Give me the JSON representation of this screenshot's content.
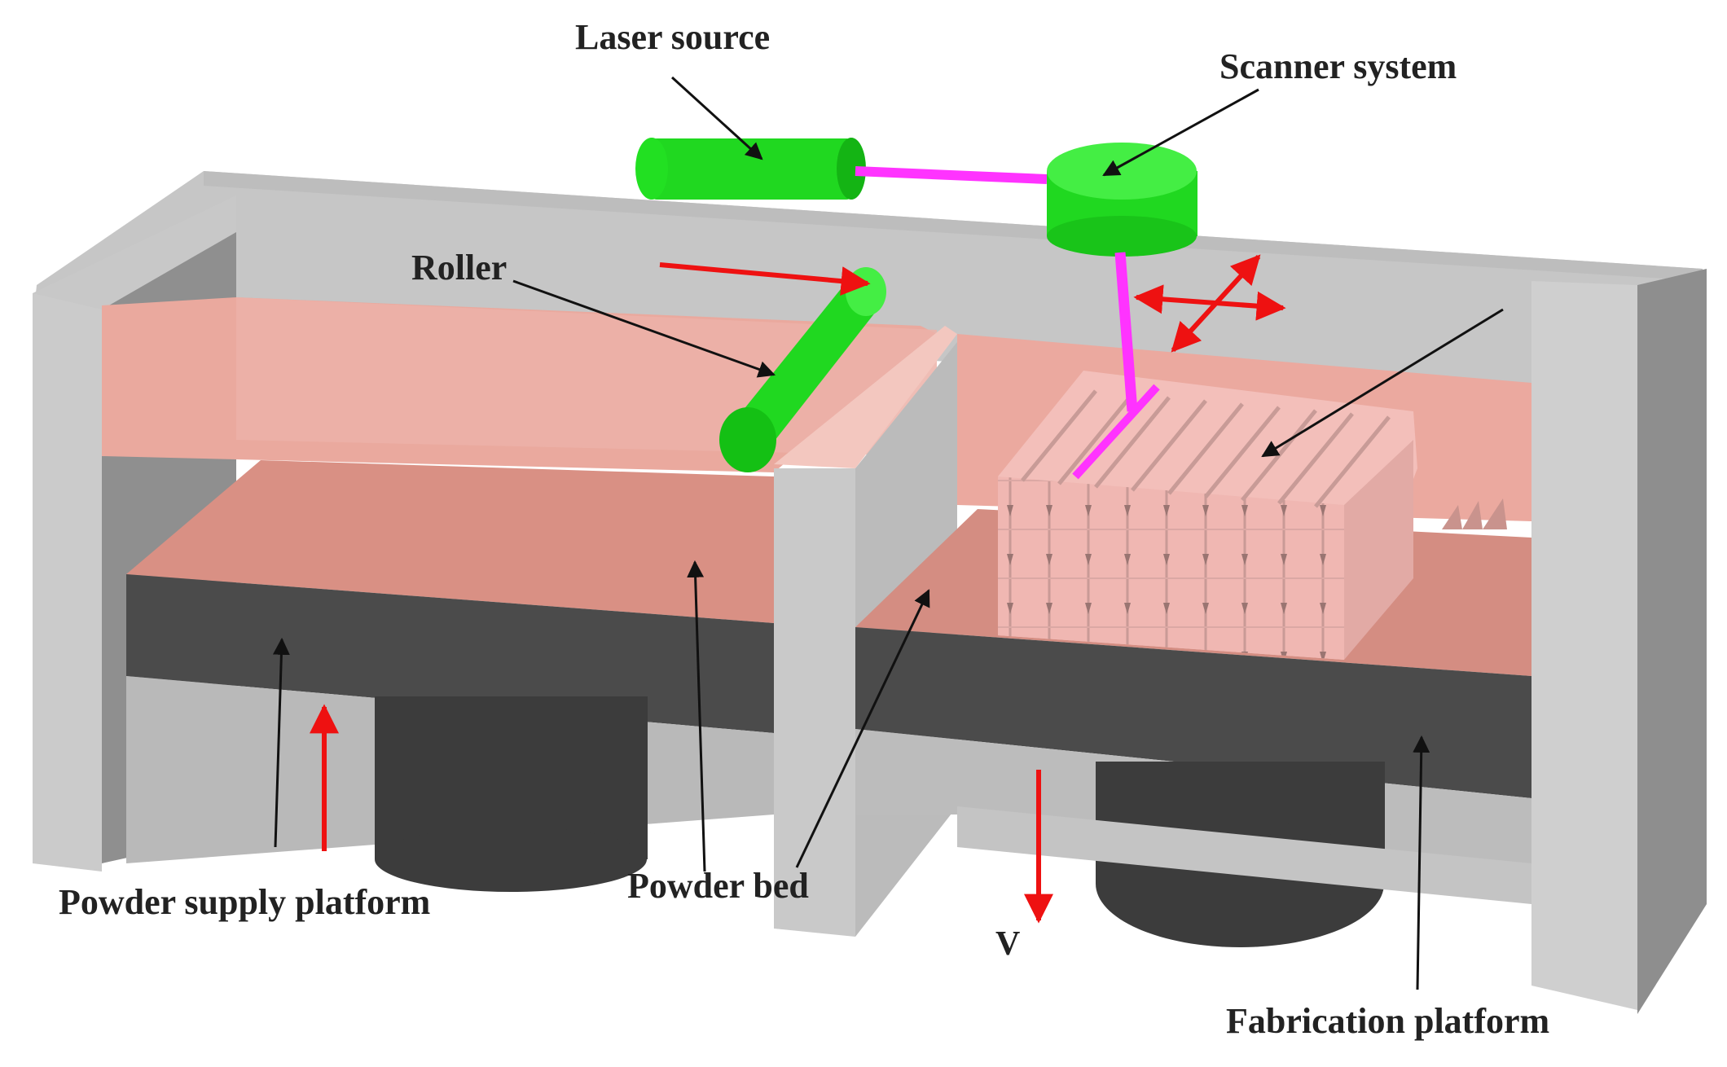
{
  "labels": {
    "laser_source": "Laser source",
    "scanner_system": "Scanner system",
    "roller": "Roller",
    "powder_supply_platform": "Powder supply platform",
    "powder_bed": "Powder bed",
    "velocity": "V",
    "fabrication_platform": "Fabrication platform"
  },
  "colors": {
    "frame_light": "#c8c8c8",
    "frame_mid": "#a9a9a9",
    "frame_dark": "#808080",
    "powder": "#e7a49a",
    "powder_light": "#f2bdb5",
    "platform": "#4a4a4a",
    "piston": "#3d3d3d",
    "green_component": "#22dd22",
    "laser_beam": "#ff33ff",
    "motion_arrow": "#ee1111",
    "leader_arrow": "#111111"
  }
}
